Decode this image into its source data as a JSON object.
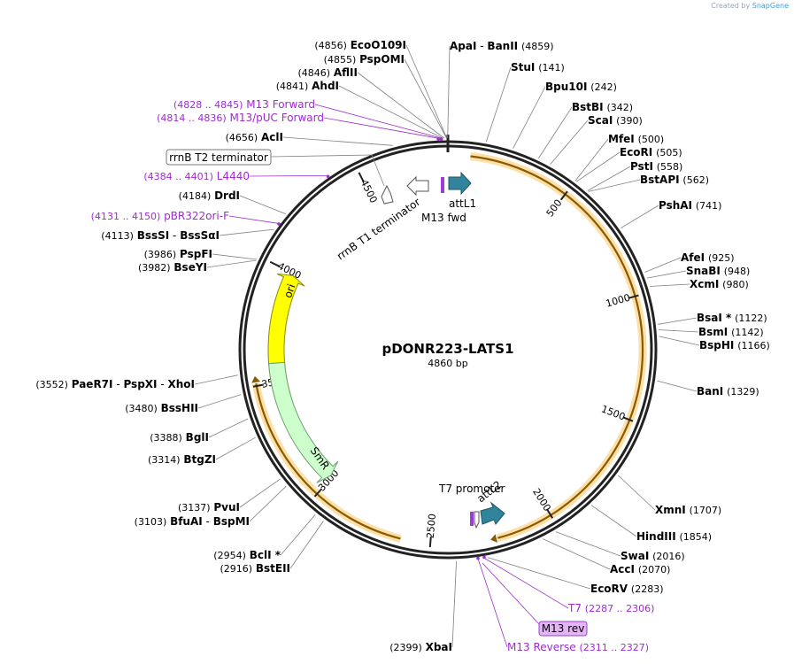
{
  "watermark": {
    "prefix": "Created by",
    "brand": "SnapGene"
  },
  "plasmid": {
    "name": "pDONR223-LATS1",
    "length": "4860 bp",
    "total_bp": 4860
  },
  "ticks": [
    {
      "bp": 500,
      "label": "500"
    },
    {
      "bp": 1000,
      "label": "1000"
    },
    {
      "bp": 1500,
      "label": "1500"
    },
    {
      "bp": 2000,
      "label": "2000"
    },
    {
      "bp": 2500,
      "label": "2500"
    },
    {
      "bp": 3000,
      "label": "3000"
    },
    {
      "bp": 3500,
      "label": "3500"
    },
    {
      "bp": 4000,
      "label": "4000"
    },
    {
      "bp": 4500,
      "label": "4500"
    }
  ],
  "enzymes": [
    {
      "name": "EcoO109I",
      "pos": "(4856)",
      "bp": 4856
    },
    {
      "name": "PspOMI",
      "pos": "(4855)",
      "bp": 4855
    },
    {
      "name": "AflII",
      "pos": "(4846)",
      "bp": 4846
    },
    {
      "name": "AhdI",
      "pos": "(4841)",
      "bp": 4841
    },
    {
      "name": "ApaI",
      "name2": "BanII",
      "pos": "(4859)",
      "bp": 4859
    },
    {
      "name": "StuI",
      "pos": "(141)",
      "bp": 141
    },
    {
      "name": "Bpu10I",
      "pos": "(242)",
      "bp": 242
    },
    {
      "name": "BstBI",
      "pos": "(342)",
      "bp": 342
    },
    {
      "name": "ScaI",
      "pos": "(390)",
      "bp": 390
    },
    {
      "name": "MfeI",
      "pos": "(500)",
      "bp": 500
    },
    {
      "name": "EcoRI",
      "pos": "(505)",
      "bp": 505
    },
    {
      "name": "PstI",
      "pos": "(558)",
      "bp": 558
    },
    {
      "name": "BstAPI",
      "pos": "(562)",
      "bp": 562
    },
    {
      "name": "PshAI",
      "pos": "(741)",
      "bp": 741
    },
    {
      "name": "AfeI",
      "pos": "(925)",
      "bp": 925
    },
    {
      "name": "SnaBI",
      "pos": "(948)",
      "bp": 948
    },
    {
      "name": "XcmI",
      "pos": "(980)",
      "bp": 980
    },
    {
      "name": "BsaI",
      "mark": "*",
      "pos": "(1122)",
      "bp": 1122
    },
    {
      "name": "BsmI",
      "pos": "(1142)",
      "bp": 1142
    },
    {
      "name": "BspHI",
      "pos": "(1166)",
      "bp": 1166
    },
    {
      "name": "BanI",
      "pos": "(1329)",
      "bp": 1329
    },
    {
      "name": "XmnI",
      "pos": "(1707)",
      "bp": 1707
    },
    {
      "name": "HindIII",
      "pos": "(1854)",
      "bp": 1854
    },
    {
      "name": "SwaI",
      "pos": "(2016)",
      "bp": 2016
    },
    {
      "name": "AccI",
      "pos": "(2070)",
      "bp": 2070
    },
    {
      "name": "EcoRV",
      "pos": "(2283)",
      "bp": 2283
    },
    {
      "name": "XbaI",
      "pos": "(2399)",
      "bp": 2399
    },
    {
      "name": "BstEII",
      "pos": "(2916)",
      "bp": 2916
    },
    {
      "name": "BclI",
      "mark": "*",
      "pos": "(2954)",
      "bp": 2954
    },
    {
      "name": "BfuAI",
      "name2": "BspMI",
      "pos": "(3103)",
      "bp": 3103
    },
    {
      "name": "PvuI",
      "pos": "(3137)",
      "bp": 3137
    },
    {
      "name": "BtgZI",
      "pos": "(3314)",
      "bp": 3314
    },
    {
      "name": "BglI",
      "pos": "(3388)",
      "bp": 3388
    },
    {
      "name": "BssHII",
      "pos": "(3480)",
      "bp": 3480
    },
    {
      "name": "PaeR7I",
      "name2": "PspXI",
      "name3": "XhoI",
      "pos": "(3552)",
      "bp": 3552
    },
    {
      "name": "BseYI",
      "pos": "(3982)",
      "bp": 3982
    },
    {
      "name": "PspFI",
      "pos": "(3986)",
      "bp": 3986
    },
    {
      "name": "BssSI",
      "name2": "BssSαI",
      "pos": "(4113)",
      "bp": 4113
    },
    {
      "name": "DrdI",
      "pos": "(4184)",
      "bp": 4184
    },
    {
      "name": "AclI",
      "pos": "(4656)",
      "bp": 4656
    }
  ],
  "primers": [
    {
      "name": "M13 Forward",
      "range": "(4828 .. 4845)",
      "bp": 4836
    },
    {
      "name": "M13/pUC Forward",
      "range": "(4814 .. 4836)",
      "bp": 4825
    },
    {
      "name": "L4440",
      "range": "(4384 .. 4401)",
      "bp": 4392
    },
    {
      "name": "pBR322ori-F",
      "range": "(4131 .. 4150)",
      "bp": 4140
    },
    {
      "name": "T7",
      "range": "(2287 .. 2306)",
      "bp": 2296
    },
    {
      "name": "M13 Reverse",
      "range": "(2311 .. 2327)",
      "bp": 2319
    }
  ],
  "features": [
    {
      "name": "ori",
      "start": 3990,
      "end": 3410,
      "color": "#ffff00",
      "stroke": "#9a9a00"
    },
    {
      "name": "SmR",
      "start": 3010,
      "end": 3585,
      "color": "#ccffcc",
      "stroke": "#7ab07a"
    },
    {
      "name": "attL1",
      "color": "#31849b"
    },
    {
      "name": "attL2",
      "color": "#31849b"
    },
    {
      "name": "rrnB T1 terminator",
      "color": "#ffffff"
    },
    {
      "name": "rrnB T2 terminator",
      "color": "#ffffff"
    },
    {
      "name": "M13 fwd",
      "color": "#993fd6"
    },
    {
      "name": "M13 rev",
      "color": "#993fd6"
    },
    {
      "name": "T7 promoter",
      "color": "#ffffff"
    }
  ],
  "insert_arc": {
    "start": 90,
    "end": 2230,
    "color": "#f5a623"
  },
  "insert_arc2": {
    "start": 2620,
    "end": 3510,
    "color": "#f5a623"
  },
  "colors": {
    "enzyme": "#000000",
    "primer": "#9d2cd0",
    "backbone": "#222222",
    "leader": "#808080"
  }
}
